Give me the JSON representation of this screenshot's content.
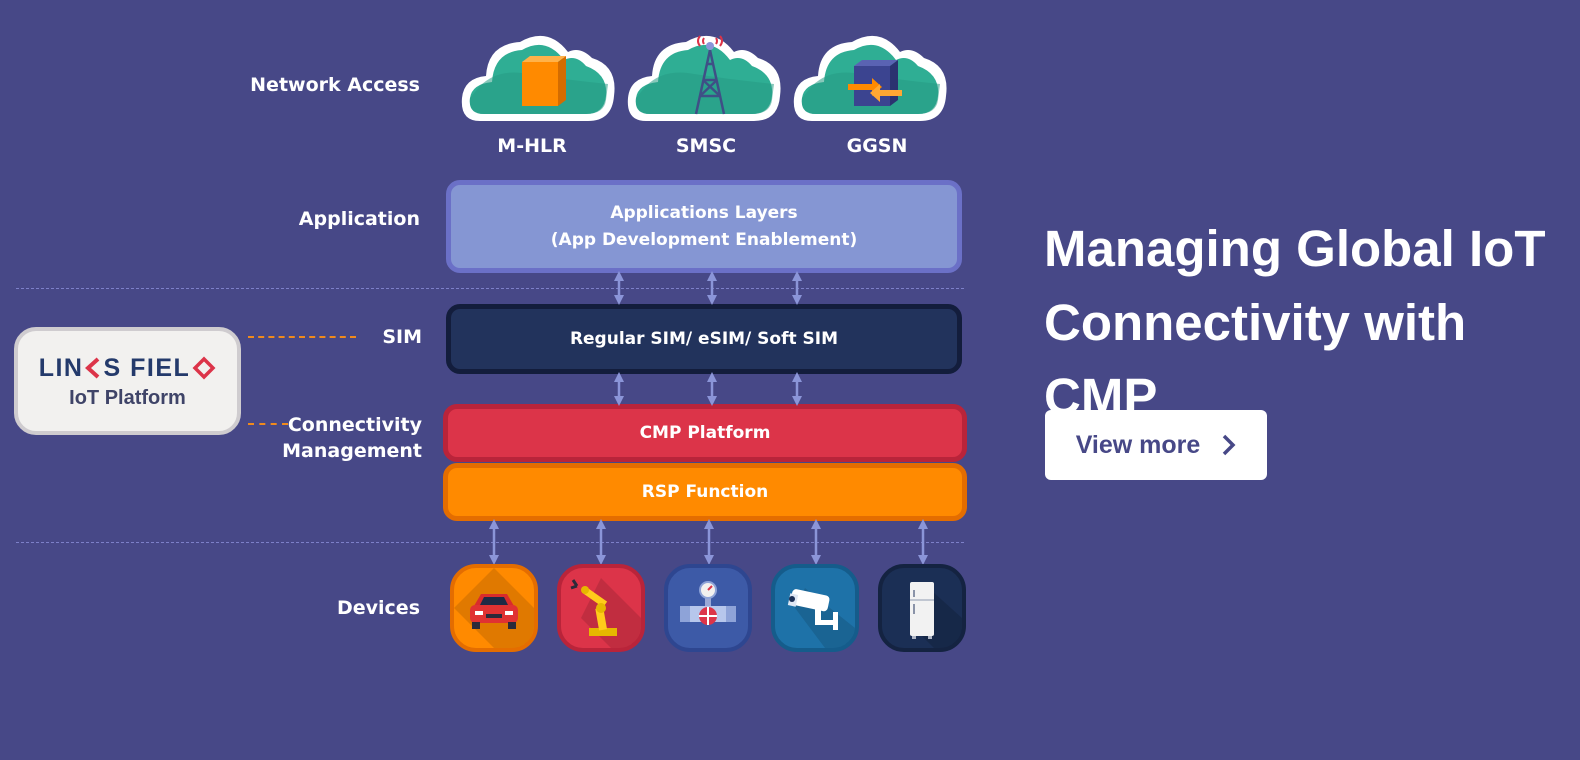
{
  "rows": {
    "network_access": "Network Access",
    "application": "Application",
    "sim": "SIM",
    "connectivity_line1": "Connectivity",
    "connectivity_line2": "Management",
    "devices": "Devices"
  },
  "clouds": [
    {
      "label": "M-HLR",
      "icon": "server-box-icon"
    },
    {
      "label": "SMSC",
      "icon": "cell-tower-icon"
    },
    {
      "label": "GGSN",
      "icon": "gateway-cube-icon"
    }
  ],
  "boxes": {
    "app_line1": "Applications Layers",
    "app_line2": "(App Development Enablement)",
    "sim": "Regular SIM/ eSIM/ Soft SIM",
    "cmp": "CMP Platform",
    "rsp": "RSP Function"
  },
  "devices": [
    {
      "icon": "car-icon",
      "bg": "#ff8a00"
    },
    {
      "icon": "robot-arm-icon",
      "bg": "#dc3449"
    },
    {
      "icon": "valve-meter-icon",
      "bg": "#3d5aa7"
    },
    {
      "icon": "security-camera-icon",
      "bg": "#1e72a8"
    },
    {
      "icon": "refrigerator-icon",
      "bg": "#1b2f55"
    }
  ],
  "logo": {
    "brand_part1": "LIN",
    "brand_part2": "S FIEL",
    "subtitle": "IoT Platform"
  },
  "hero": {
    "line1": "Managing Global IoT",
    "line2": "Connectivity with CMP"
  },
  "cta": {
    "label": "View more",
    "icon": "chevron-right-icon"
  },
  "colors": {
    "background": "#474887",
    "app_layer": "#8596d3",
    "sim_layer": "#22335c",
    "cmp_layer": "#dc3449",
    "rsp_layer": "#ff8a00",
    "cloud": "#2fae94",
    "arrow": "#8b95d8"
  }
}
